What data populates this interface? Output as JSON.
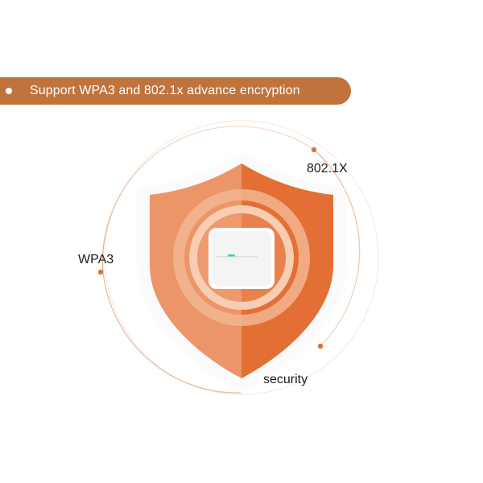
{
  "banner": {
    "text": "Support WPA3 and 802.1x advance encryption"
  },
  "labels": {
    "dot1x": "802.1X",
    "wpa3": "WPA3",
    "security": "security"
  },
  "icons": {
    "banner_bullet": "bullet-dot-icon",
    "shield": "shield-icon",
    "device": "access-point-device-icon"
  },
  "colors": {
    "banner": "#c0733b",
    "shield_light": "#ec9568",
    "shield_dark": "#e36f34",
    "ring_stroke": "#e9b48f",
    "orbit_dot": "#d8753d",
    "device": "#f7f7f7",
    "device_led": "#3dd3a0"
  }
}
